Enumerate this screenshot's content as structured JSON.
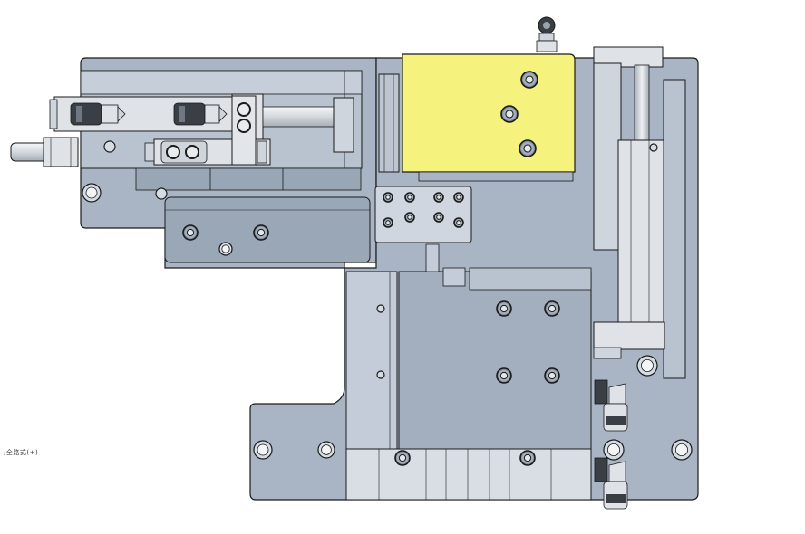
{
  "side_note": ";全路式(+)",
  "colors": {
    "background": "#ffffff",
    "plate_steel": "#a9b5c4",
    "plate_steel_light": "#c3ccd8",
    "plate_steel_dark": "#8f9cad",
    "highlight_block": "#f6f27e",
    "outline": "#1a1a1a",
    "chrome": "#e6e9ee",
    "chrome_dark": "#9aa3ad",
    "fitting_dark": "#3a3f46"
  },
  "icons": {
    "bolt": "socket-head-cap-screw",
    "fitting": "push-in-air-fitting",
    "cylinder": "pneumatic-cylinder"
  }
}
